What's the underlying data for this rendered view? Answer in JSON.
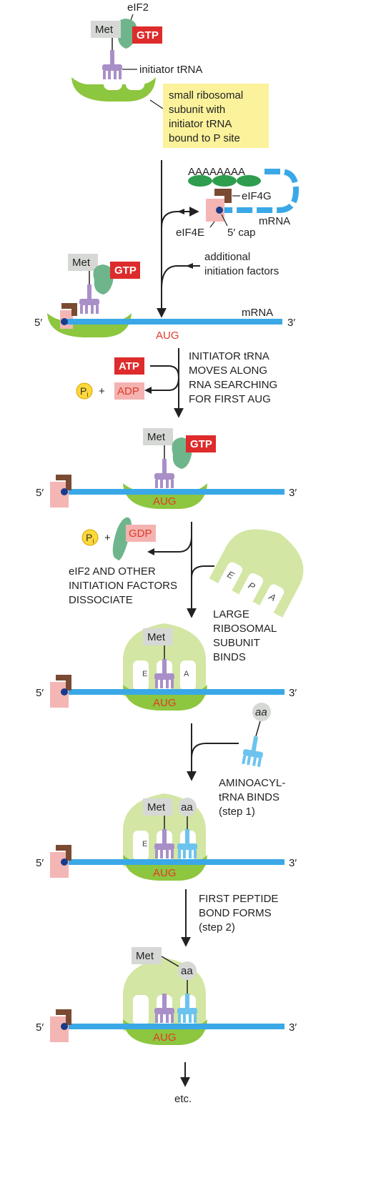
{
  "labels": {
    "eIF2": "eIF2",
    "met": "Met",
    "gtp": "GTP",
    "gdp": "GDP",
    "atp": "ATP",
    "adp": "ADP",
    "pi": "P",
    "pi_sub": "i",
    "plus": "+",
    "initiator_trna": "initiator tRNA",
    "small_subunit_note": [
      "small ribosomal",
      "subunit with",
      "initiator tRNA",
      "bound to P site"
    ],
    "poly_a": "AAAAAAAA",
    "eIF4G": "eIF4G",
    "eIF4E": "eIF4E",
    "cap": "5′ cap",
    "mrna": "mRNA",
    "additional_factors": [
      "additional",
      "initiation factors"
    ],
    "five_prime": "5′",
    "three_prime": "3′",
    "aug": "AUG",
    "scan_step": [
      "INITIATOR tRNA",
      "MOVES ALONG",
      "RNA SEARCHING",
      "FOR FIRST AUG"
    ],
    "dissociate_step": [
      "eIF2 AND OTHER",
      "INITIATION FACTORS",
      "DISSOCIATE"
    ],
    "large_subunit_step": [
      "LARGE",
      "RIBOSOMAL",
      "SUBUNIT",
      "BINDS"
    ],
    "site_e": "E",
    "site_p": "P",
    "site_a": "A",
    "aa": "aa",
    "aminoacyl_step": [
      "AMINOACYL-",
      "tRNA BINDS",
      "(step 1)"
    ],
    "peptide_step": [
      "FIRST PEPTIDE",
      "BOND FORMS",
      "(step 2)"
    ],
    "etc": "etc."
  },
  "colors": {
    "small_subunit": "#8dc63f",
    "large_subunit": "#d3e6a4",
    "mrna": "#3aa8e6",
    "met_box": "#d6d8d6",
    "gtp_box": "#de2b2b",
    "adp_box": "#f4b3b0",
    "eif2": "#6fb58c",
    "trna_initiator": "#a98fc7",
    "trna_aminoacyl": "#6cc4ee",
    "eif4e": "#f4b6b4",
    "eif4g": "#7a4a32",
    "pabp": "#2e9d4e",
    "pi_circle": "#ffd83a",
    "aug": "#e03a2a",
    "note_bg": "#fbf29b"
  }
}
